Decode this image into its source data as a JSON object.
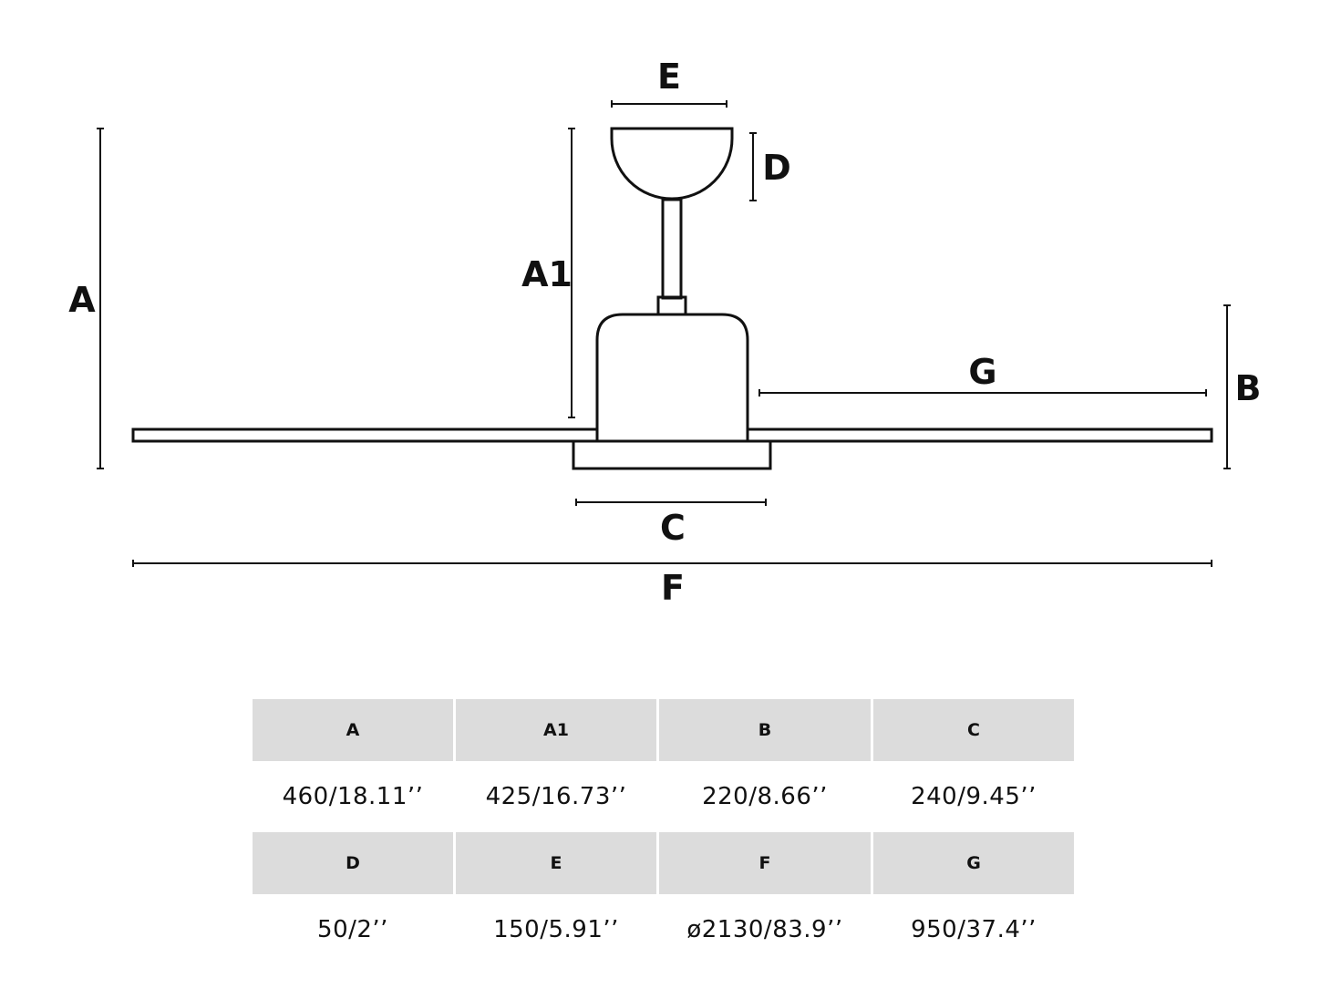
{
  "diagram": {
    "labels": {
      "A": "A",
      "A1": "A1",
      "B": "B",
      "C": "C",
      "D": "D",
      "E": "E",
      "F": "F",
      "G": "G"
    }
  },
  "table": {
    "rows": [
      {
        "headers": [
          "A",
          "A1",
          "B",
          "C"
        ],
        "values": [
          "460/18.11’’",
          "425/16.73’’",
          "220/8.66’’",
          "240/9.45’’"
        ]
      },
      {
        "headers": [
          "D",
          "E",
          "F",
          "G"
        ],
        "values": [
          "50/2’’",
          "150/5.91’’",
          "ø2130/83.9’’",
          "950/37.4’’"
        ]
      }
    ]
  }
}
